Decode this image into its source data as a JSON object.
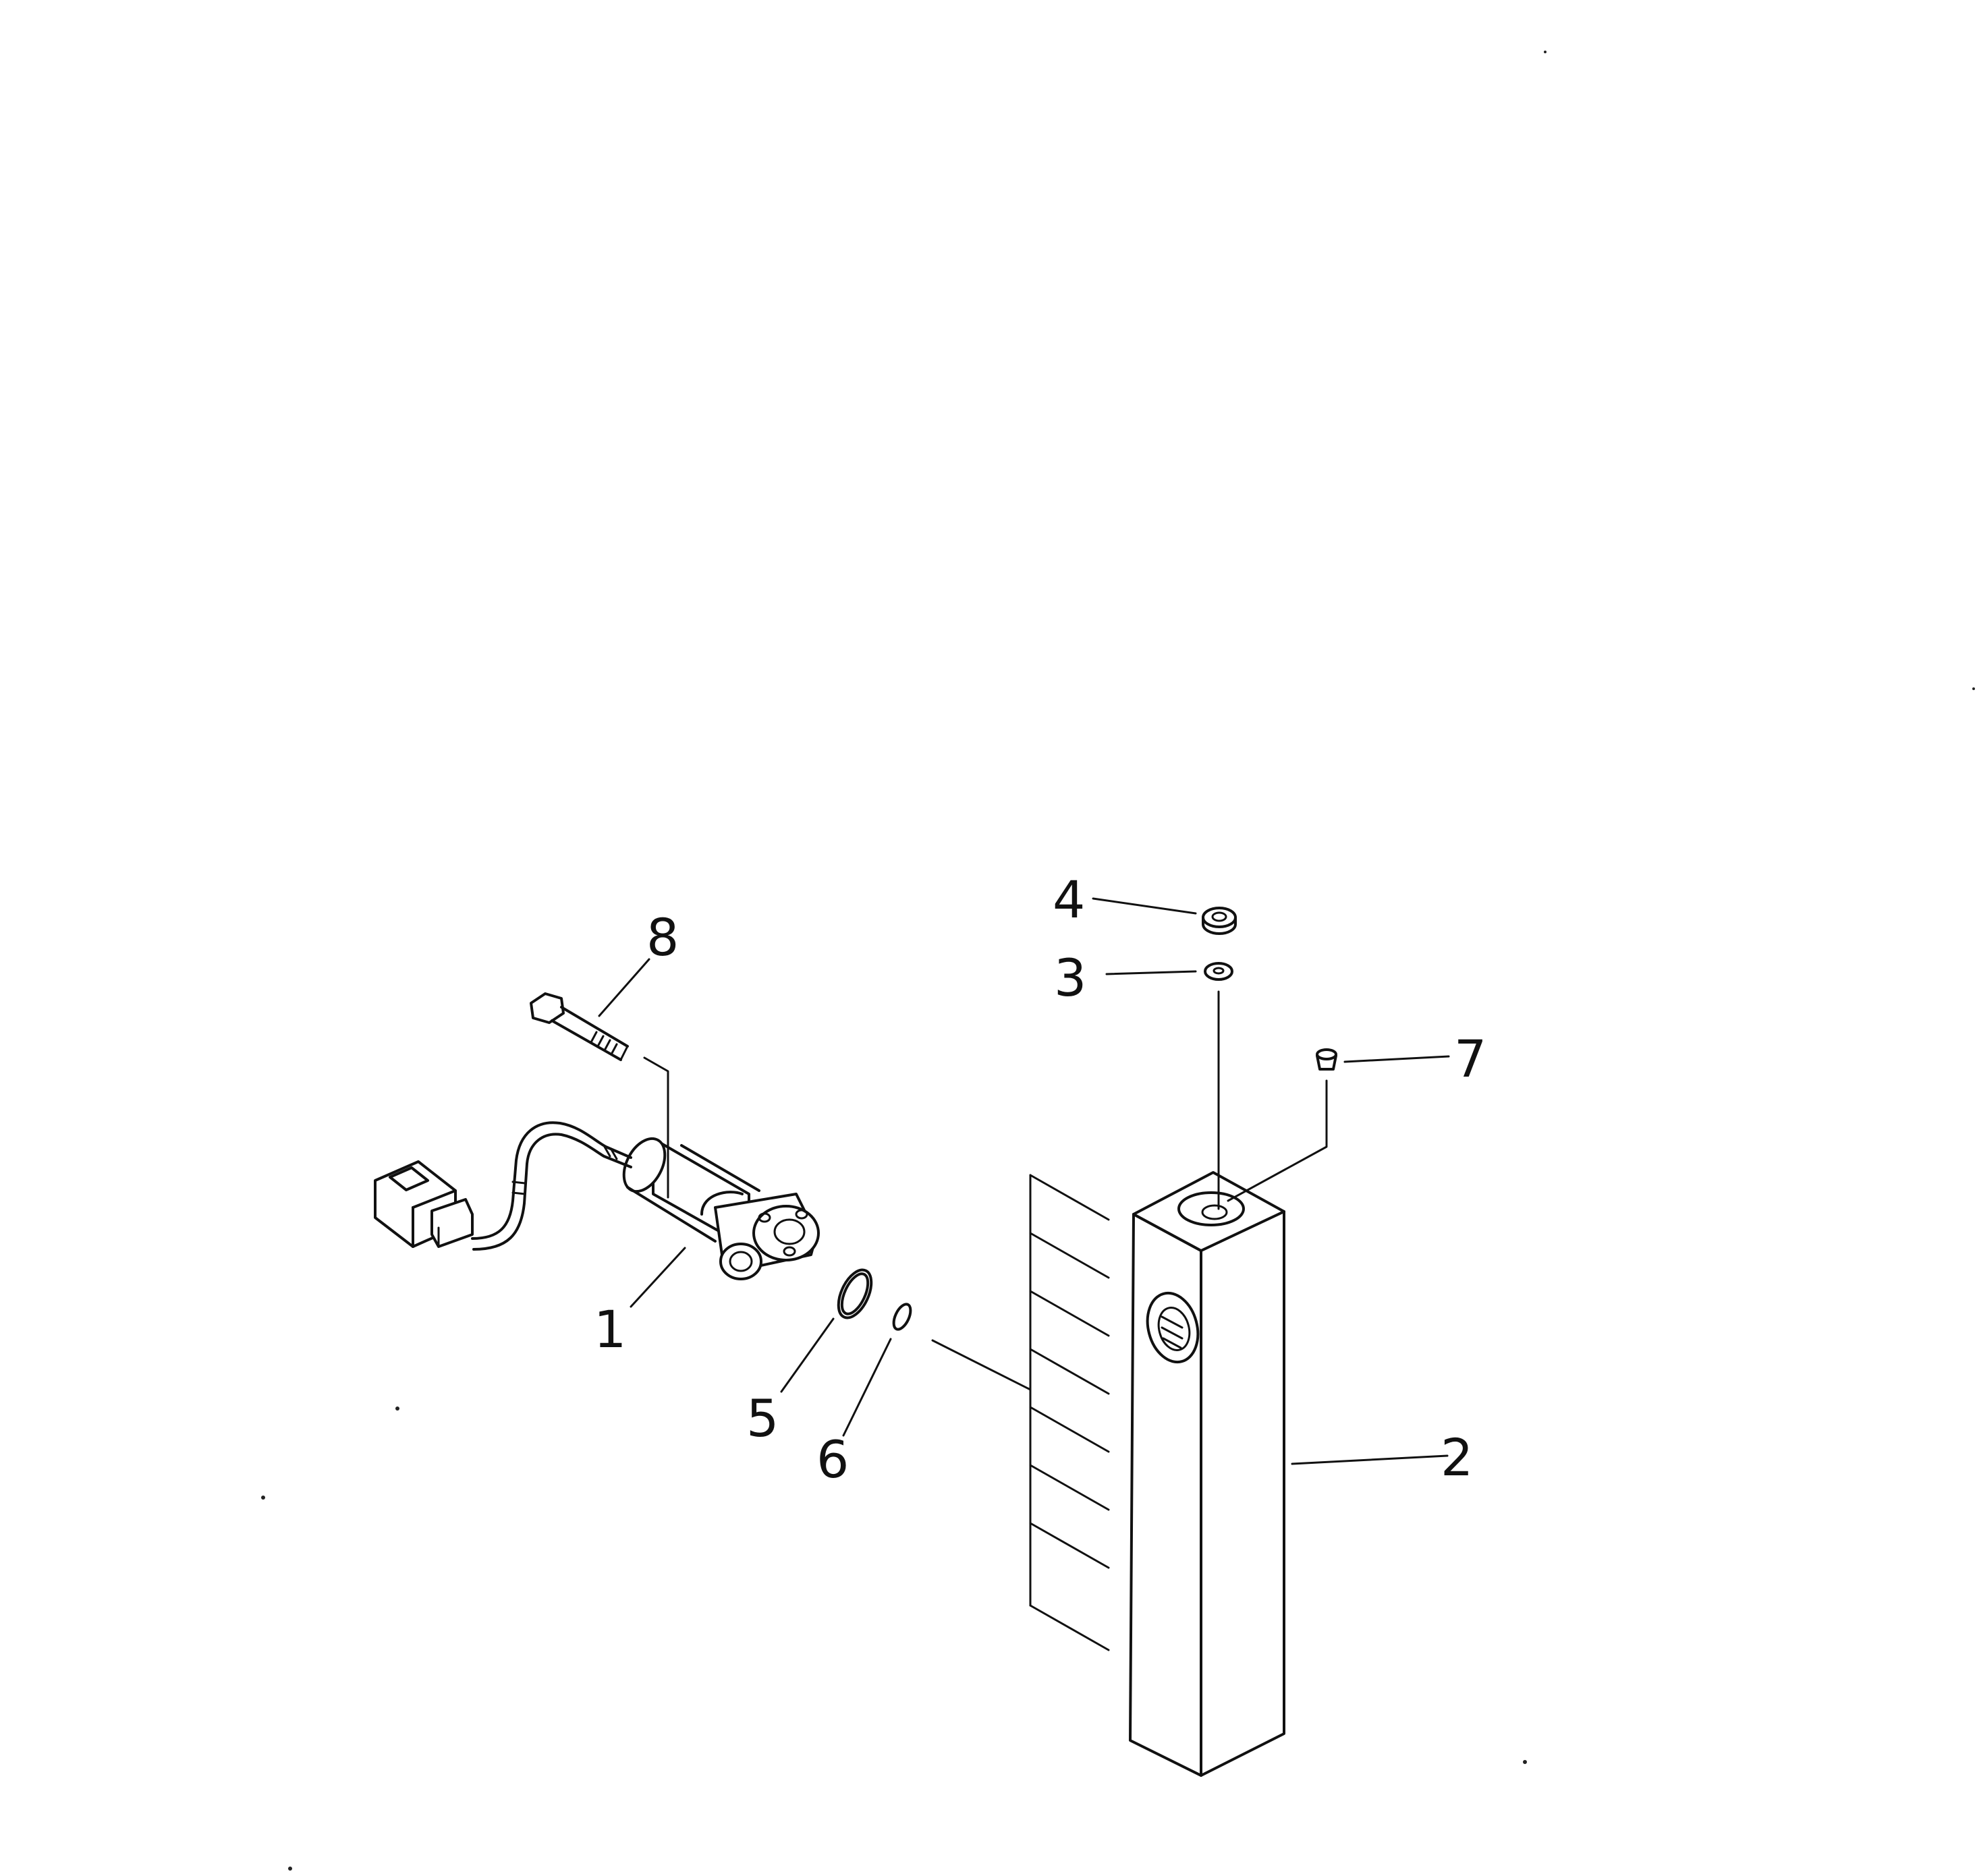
{
  "callouts": {
    "c1": "1",
    "c2": "2",
    "c3": "3",
    "c4": "4",
    "c5": "5",
    "c6": "6",
    "c7": "7",
    "c8": "8"
  },
  "colors": {
    "ink": "#111111",
    "paper": "#ffffff"
  }
}
